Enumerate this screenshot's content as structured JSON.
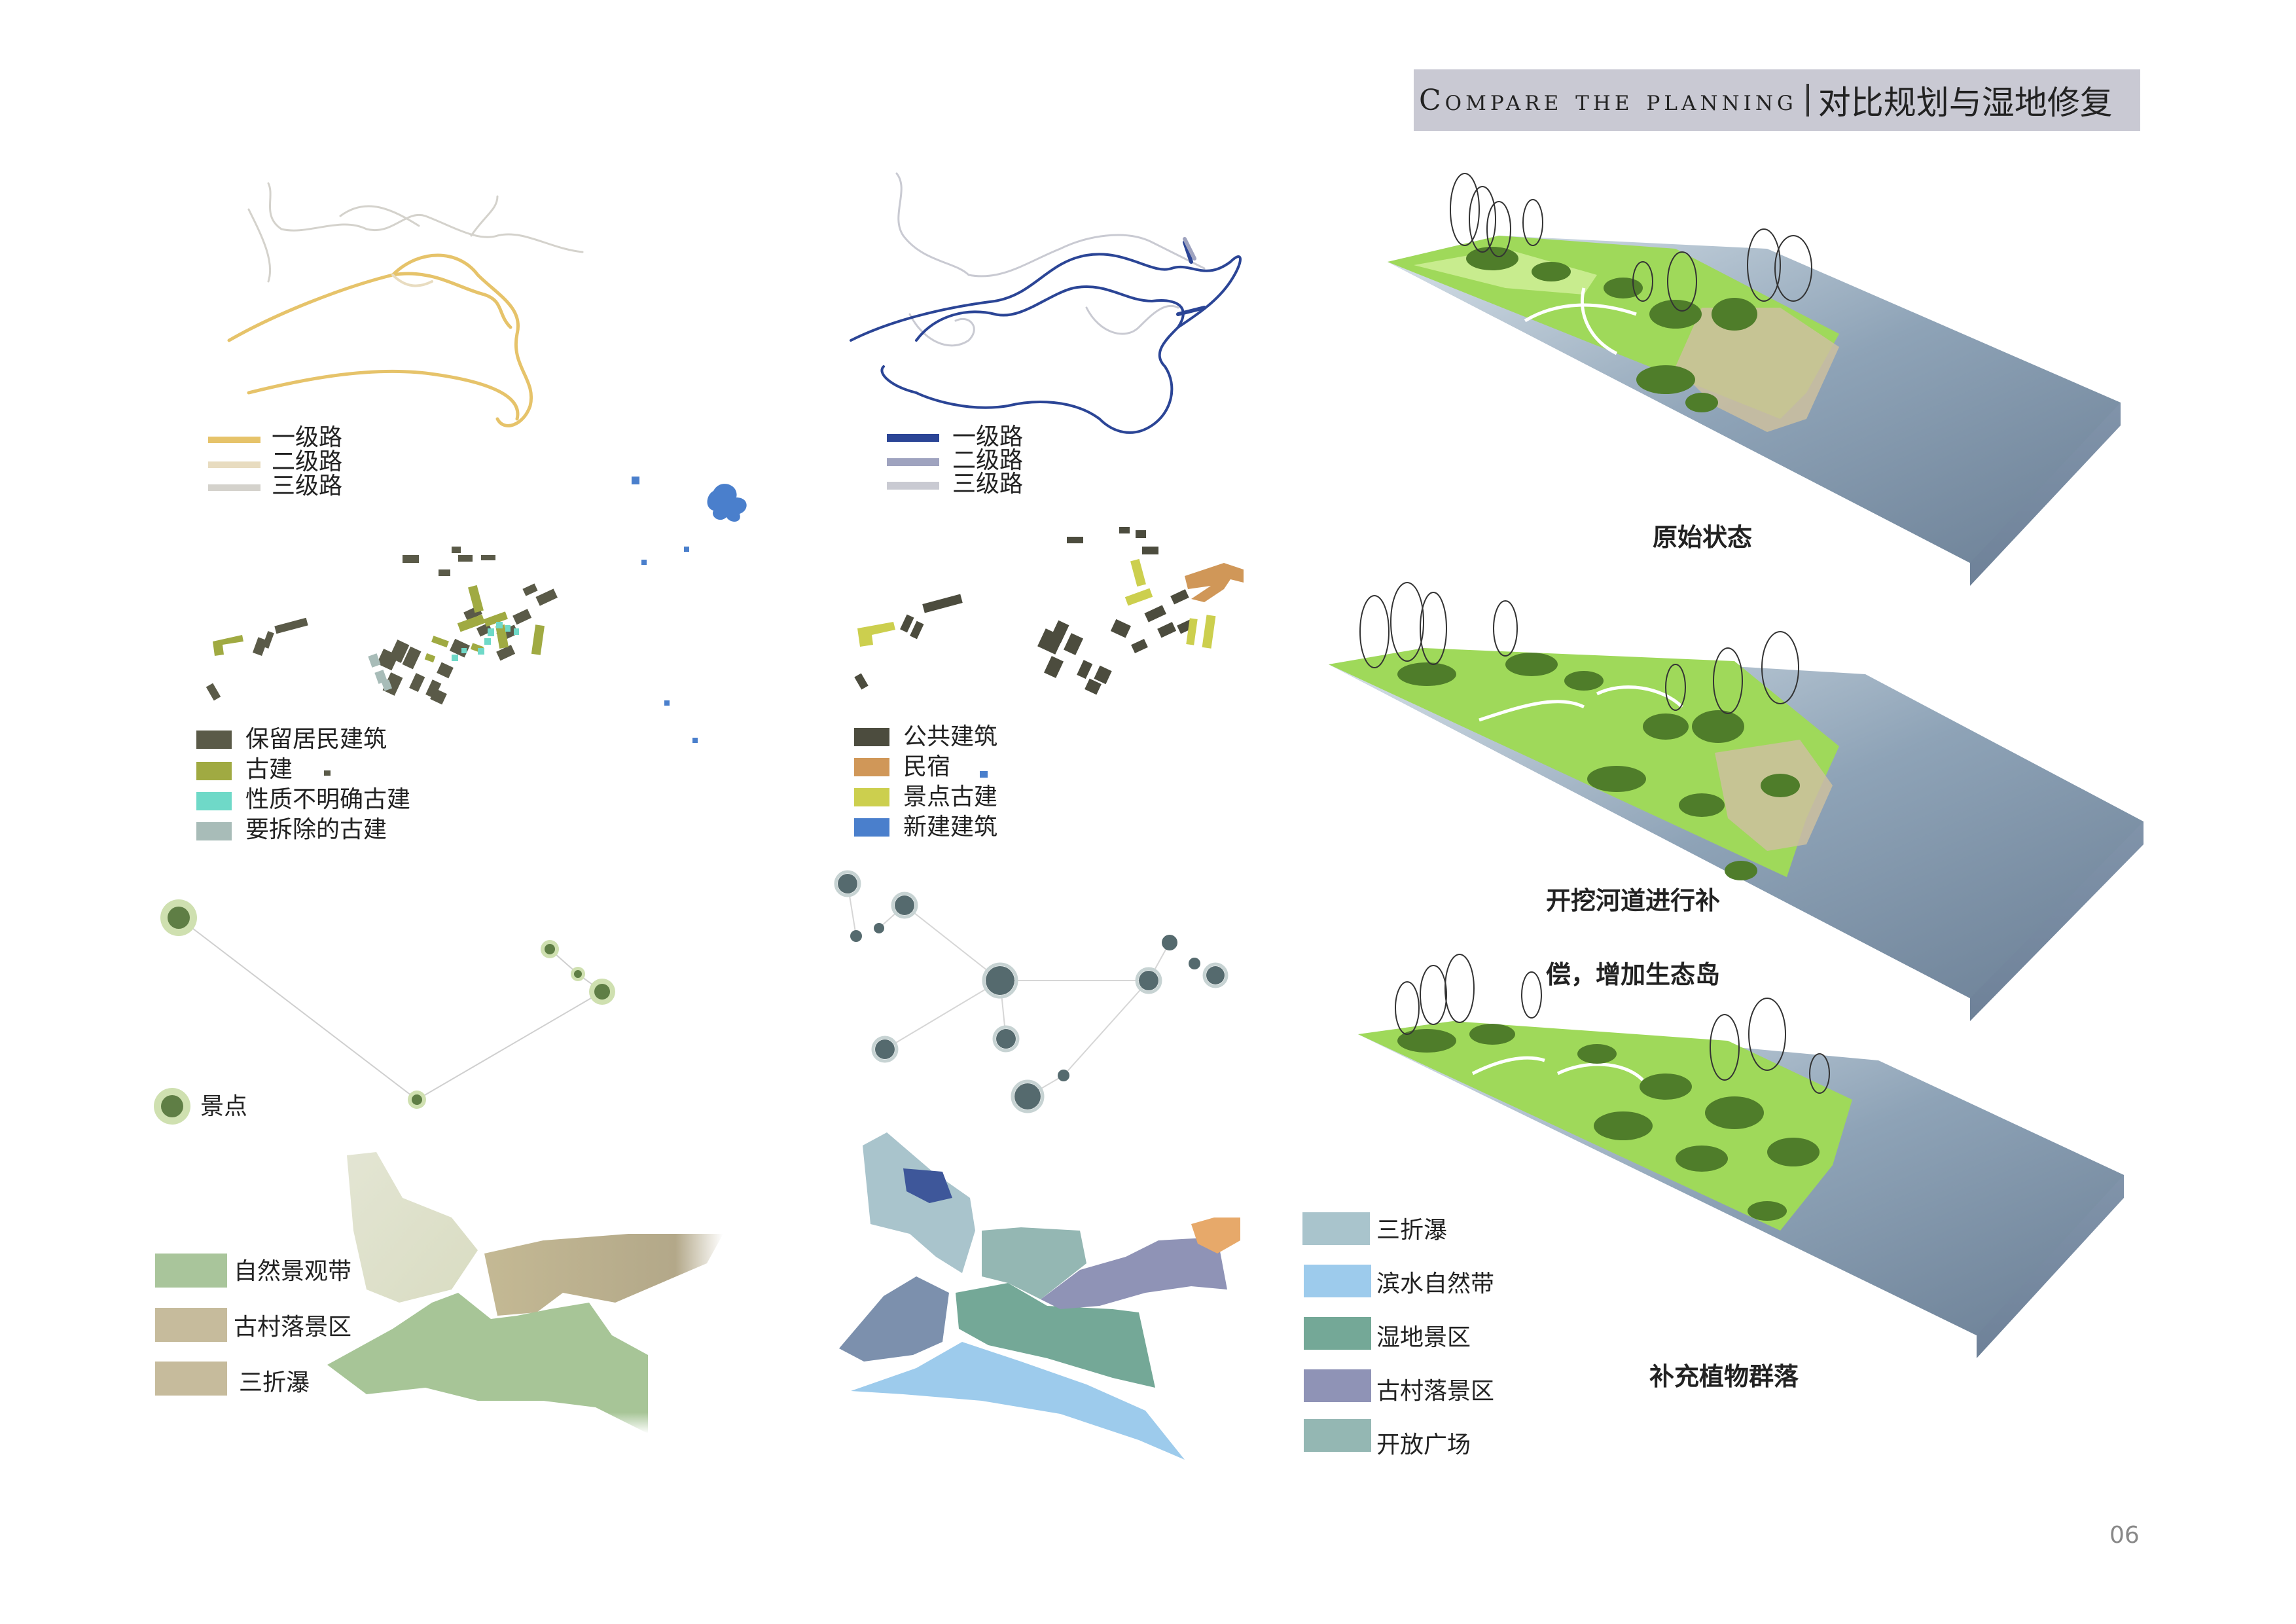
{
  "header": {
    "title_en": "Compare the planning",
    "title_cn": "对比规划与湿地修复"
  },
  "roads_left": {
    "legend": [
      {
        "label": "一级路",
        "color": "#e6c36a"
      },
      {
        "label": "二级路",
        "color": "#e8dcc0"
      },
      {
        "label": "三级路",
        "color": "#d4d2cc"
      }
    ]
  },
  "roads_right": {
    "legend": [
      {
        "label": "一级路",
        "color": "#2b4596"
      },
      {
        "label": "二级路",
        "color": "#9fa3bf"
      },
      {
        "label": "三级路",
        "color": "#c9cad2"
      }
    ]
  },
  "buildings_left": {
    "legend": [
      {
        "label": "保留居民建筑",
        "color": "#5a5a48"
      },
      {
        "label": "古建",
        "color": "#a0aa42"
      },
      {
        "label": "性质不明确古建",
        "color": "#6fd9c8"
      },
      {
        "label": "要拆除的古建",
        "color": "#a8bcb8"
      }
    ]
  },
  "buildings_right": {
    "legend": [
      {
        "label": "公共建筑",
        "color": "#4c4c3e"
      },
      {
        "label": "民宿",
        "color": "#d09758"
      },
      {
        "label": "景点古建",
        "color": "#cccf4e"
      },
      {
        "label": "新建建筑",
        "color": "#4a7fcc"
      }
    ]
  },
  "nodes_left": {
    "legend_label": "景点"
  },
  "zones_left": {
    "legend": [
      {
        "label": "自然景观带",
        "color": "#a9c59b"
      },
      {
        "label": "古村落景区",
        "color": "#c6bb9c"
      },
      {
        "label": "三折瀑",
        "color": "#c6bb9c"
      }
    ]
  },
  "zones_right": {
    "legend": [
      {
        "label": "三折瀑",
        "color": "#a9c4cc"
      },
      {
        "label": "滨水自然带",
        "color": "#9dcbec"
      },
      {
        "label": "湿地景区",
        "color": "#74a897"
      },
      {
        "label": "古村落景区",
        "color": "#8f93b6"
      },
      {
        "label": "开放广场",
        "color": "#94b7b3"
      }
    ]
  },
  "wetland": {
    "stage1": "原始状态",
    "stage2_line1": "开挖河道进行补",
    "stage2_line2": "偿，增加生态岛",
    "stage3": "补充植物群落"
  },
  "page_number": "06"
}
